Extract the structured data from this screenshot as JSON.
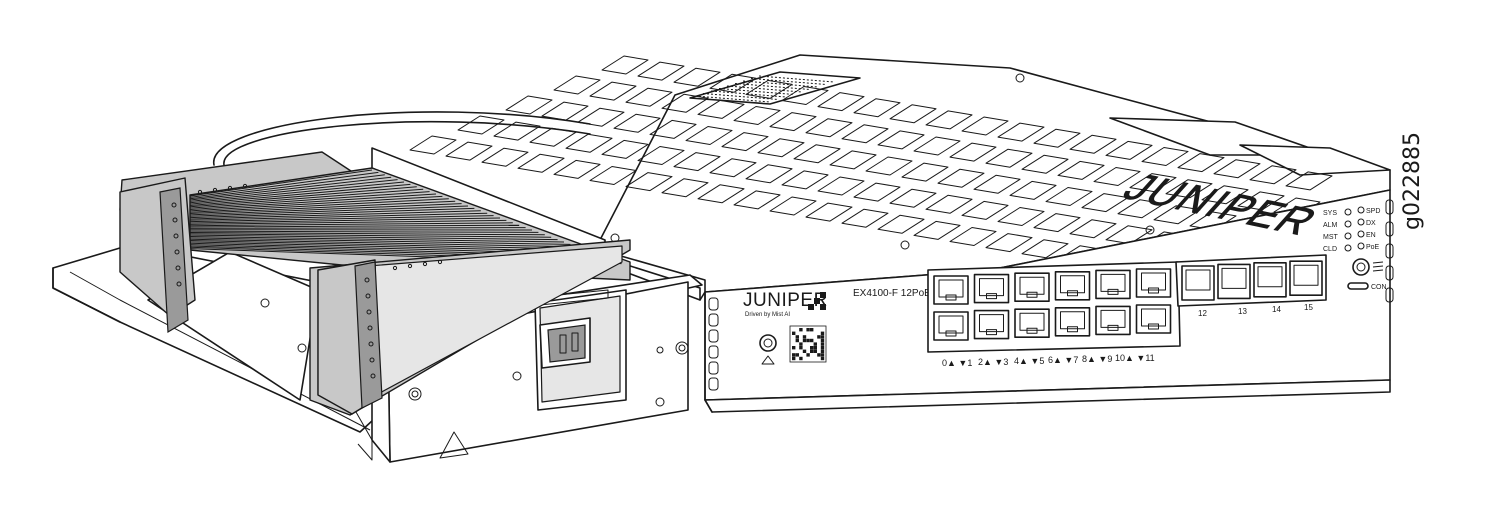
{
  "figure_id": "g022885",
  "device": {
    "brand": "JUNIPER",
    "brand_tagline": "Driven by Mist AI",
    "model": "EX4100-F 12PoE+",
    "logo_watermark": "JUNIPER",
    "rj45_port_labels": [
      "0▲ ▼1",
      "2▲ ▼3",
      "4▲ ▼5",
      "6▲ ▼7",
      "8▲ ▼9",
      "10▲ ▼11"
    ],
    "sfp_port_labels": [
      "12",
      "13",
      "14",
      "15"
    ],
    "status_leds_left": [
      "SYS",
      "ALM",
      "MST",
      "CLD"
    ],
    "status_leds_right": [
      "SPD",
      "DX",
      "EN",
      "PoE"
    ],
    "console_label": "CON"
  },
  "colors": {
    "line": "#1a1a1a",
    "shade": "#c8c8c8",
    "background": "#ffffff"
  }
}
